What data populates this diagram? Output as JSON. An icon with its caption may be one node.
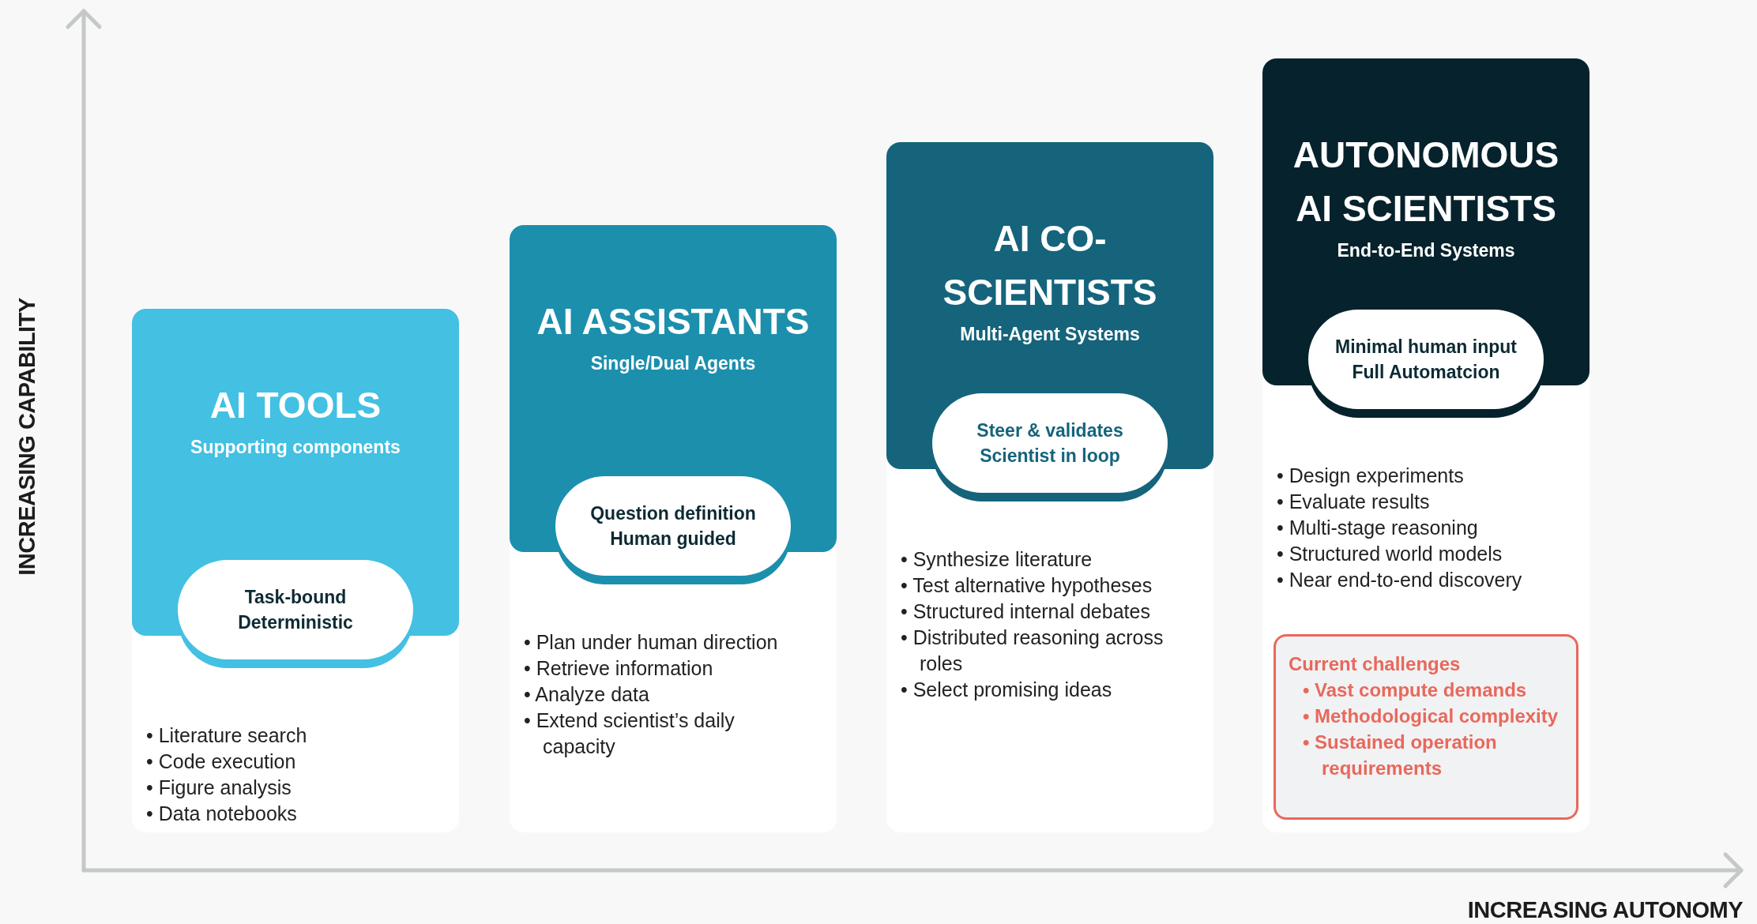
{
  "diagram": {
    "nodes": [
      {
        "text": [
          "AI TOOLS",
          "Supporting components",
          "• Literature search",
          "• Code execution",
          "• Figure analysis",
          "• Data notebooks"
        ]
      },
      {
        "text": [
          "Task-bound",
          "Deterministic"
        ],
        "in": 0
      },
      {
        "text": [
          "AI ASSISTANTS",
          "Single/Dual Agents",
          "• Plan under human direction",
          "• Retrieve information",
          "• Analyze data",
          "• Extend scientist’s daily capacity"
        ]
      },
      {
        "text": [
          "Question definition",
          "Human guided"
        ],
        "in": 2
      },
      {
        "text": [
          "AI CO-SCIENTISTS",
          "Multi-Agent Systems",
          "• Synthesize literature",
          "• Test alternative hypotheses",
          "• Structured internal debates",
          "• Distributed reasoning across roles",
          "• Select promising ideas"
        ]
      },
      {
        "text": [
          "Steer & validates",
          "Scientist in loop"
        ],
        "in": 4
      },
      {
        "text": [
          "AUTONOMOUS AI SCIENTISTS",
          "End-to-End Systems",
          "• Design experiments",
          "• Evaluate results",
          "• Multi-stage reasoning",
          "• Structured world models",
          "• Near end-to-end discovery"
        ]
      },
      {
        "text": [
          "Minimal human input",
          "Full Automatcion"
        ],
        "in": 6
      },
      {
        "text": [
          "Current challenges",
          "• Vast compute demands",
          "• Methodological complexity",
          "• Sustained operation requirements"
        ],
        "in": 6
      }
    ],
    "labels": [
      "INCREASING CAPABILITY",
      "INCREASING AUTONOMY"
    ]
  }
}
